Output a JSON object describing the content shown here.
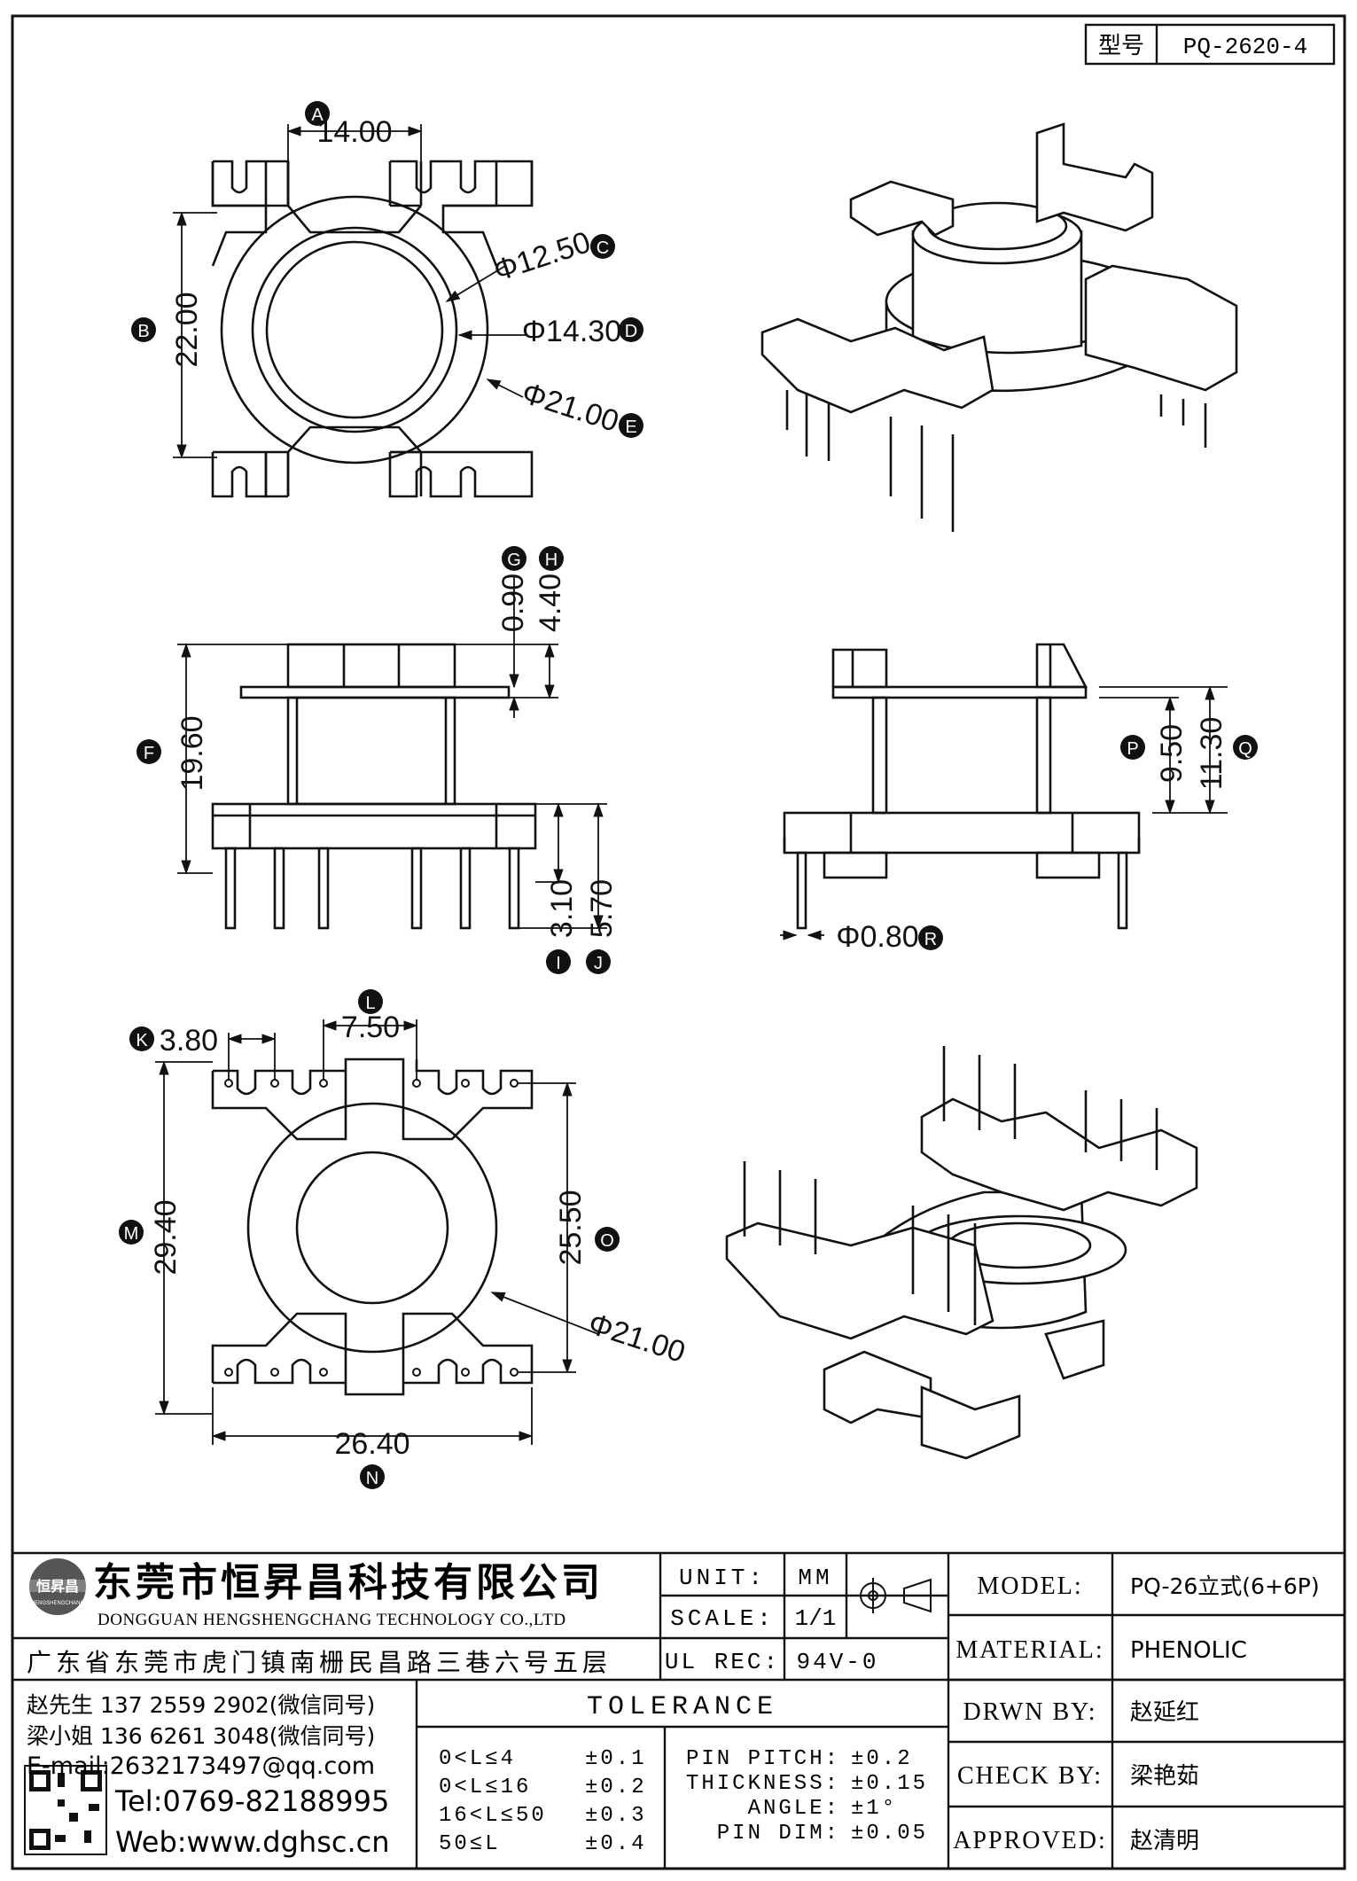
{
  "part_no": {
    "label": "型号",
    "value": "PQ-2620-4"
  },
  "dimensions": [
    {
      "tag": "A",
      "value": "14.00"
    },
    {
      "tag": "B",
      "value": "22.00"
    },
    {
      "tag": "C",
      "value": "Φ12.50"
    },
    {
      "tag": "D",
      "value": "Φ14.30"
    },
    {
      "tag": "E",
      "value": "Φ21.00"
    },
    {
      "tag": "F",
      "value": "19.60"
    },
    {
      "tag": "G",
      "value": "0.90"
    },
    {
      "tag": "H",
      "value": "4.40"
    },
    {
      "tag": "I",
      "value": "3.10"
    },
    {
      "tag": "J",
      "value": "5.70"
    },
    {
      "tag": "K",
      "value": "3.80"
    },
    {
      "tag": "L",
      "value": "7.50"
    },
    {
      "tag": "M",
      "value": "29.40"
    },
    {
      "tag": "N",
      "value": "26.40"
    },
    {
      "tag": "O",
      "value": "25.50"
    },
    {
      "tag": "P",
      "value": "9.50"
    },
    {
      "tag": "Q",
      "value": "11.30"
    },
    {
      "tag": "R",
      "value": "Φ0.80"
    }
  ],
  "extra_dim": "Φ21.00",
  "company": {
    "logo_text": "恒昇昌",
    "logo_sub": "HENGSHENGCHANG",
    "name_cn": "东莞市恒昇昌科技有限公司",
    "name_en": "DONGGUAN HENGSHENGCHANG TECHNOLOGY CO.,LTD",
    "address": "广东省东莞市虎门镇南栅民昌路三巷六号五层",
    "contact1": "赵先生 137 2559 2902(微信同号)",
    "contact2": "梁小姐 136 6261 3048(微信同号)",
    "email": "E-mail:2632173497@qq.com",
    "tel": "Tel:0769-82188995",
    "web": "Web:www.dghsc.cn"
  },
  "unit": {
    "label": "UNIT:",
    "value": "MM"
  },
  "scale": {
    "label": "SCALE:",
    "value": "1/1"
  },
  "ul_rec": {
    "label": "UL REC:",
    "value": "94V-0"
  },
  "tolerance": {
    "title": "TOLERANCE",
    "rows": [
      {
        "range": "0<L≤4",
        "tol": "±0.1"
      },
      {
        "range": "0<L≤16",
        "tol": "±0.2"
      },
      {
        "range": "16<L≤50",
        "tol": "±0.3"
      },
      {
        "range": "50≤L",
        "tol": "±0.4"
      }
    ],
    "specs": [
      {
        "name": "PIN PITCH:",
        "tol": "±0.2"
      },
      {
        "name": "THICKNESS:",
        "tol": "±0.15"
      },
      {
        "name": "ANGLE:",
        "tol": "±1°"
      },
      {
        "name": "PIN DIM:",
        "tol": "±0.05"
      }
    ]
  },
  "title_block": [
    {
      "label": "MODEL:",
      "value": "PQ-26立式(6+6P)"
    },
    {
      "label": "MATERIAL:",
      "value": "PHENOLIC"
    },
    {
      "label": "DRWN BY:",
      "value": "赵延红"
    },
    {
      "label": "CHECK BY:",
      "value": "梁艳茹"
    },
    {
      "label": "APPROVED:",
      "value": "赵清明"
    }
  ]
}
